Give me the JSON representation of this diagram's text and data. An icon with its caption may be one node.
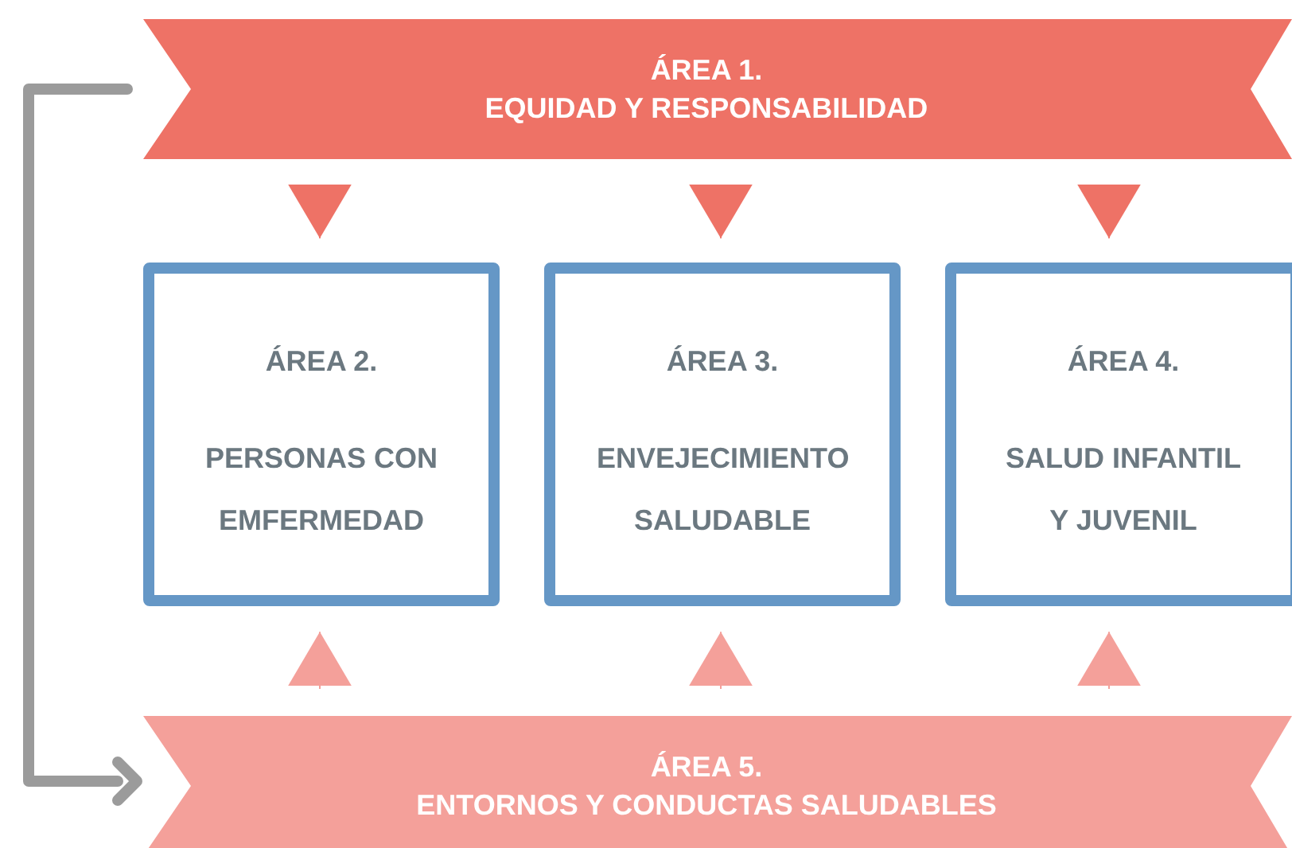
{
  "diagram": {
    "nodes": [
      {
        "text": [
          "ÁREA 1.",
          "EQUIDAD Y RESPONSABILIDAD"
        ]
      },
      {
        "text": [
          "ÁREA 2.",
          "PERSONAS CON EMFERMEDAD"
        ]
      },
      {
        "text": [
          "ÁREA 3.",
          "ENVEJECIMIENTO SALUDABLE"
        ]
      },
      {
        "text": [
          "ÁREA 4.",
          "SALUD INFANTIL Y JUVENIL"
        ]
      },
      {
        "text": [
          "ÁREA 5.",
          "ENTORNOS Y CONDUCTAS SALUDABLES"
        ]
      }
    ],
    "edges": [
      {
        "from": 0,
        "to": 1,
        "arrow": "to",
        "color": "#ee7266"
      },
      {
        "from": 0,
        "to": 2,
        "arrow": "to",
        "color": "#ee7266"
      },
      {
        "from": 0,
        "to": 3,
        "arrow": "to",
        "color": "#ee7266"
      },
      {
        "from": 4,
        "to": 1,
        "arrow": "to",
        "color": "#f4a09a"
      },
      {
        "from": 4,
        "to": 2,
        "arrow": "to",
        "color": "#f4a09a"
      },
      {
        "from": 4,
        "to": 3,
        "arrow": "to",
        "color": "#f4a09a"
      },
      {
        "from": 0,
        "to": 4,
        "arrow": "to",
        "style": "thick",
        "color": "#9b9b9b"
      }
    ]
  }
}
